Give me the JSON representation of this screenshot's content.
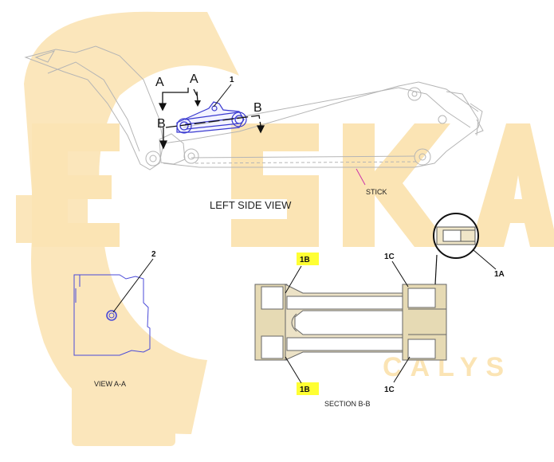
{
  "colors": {
    "watermark": "#fbe4b4",
    "line": "#aaaaaa",
    "part": "#3333cc",
    "highlight": "#ffff33",
    "section_fill": "#e8dcb8",
    "leader_stick": "#cc33aa"
  },
  "watermark": {
    "logo_word": "ESKA",
    "sub_word": "CALYS"
  },
  "side_view": {
    "title": "LEFT SIDE VIEW",
    "callout_1": "1",
    "cut_a1": "A",
    "cut_a2": "A",
    "cut_b1": "B",
    "cut_b2": "B",
    "stick_label": "STICK"
  },
  "view_aa": {
    "title": "VIEW A-A",
    "callout_2": "2"
  },
  "section_bb": {
    "title": "SECTION B-B",
    "callout_1b_top": "1B",
    "callout_1b_bottom": "1B",
    "callout_1c_top": "1C",
    "callout_1c_bottom": "1C",
    "callout_1a": "1A"
  }
}
